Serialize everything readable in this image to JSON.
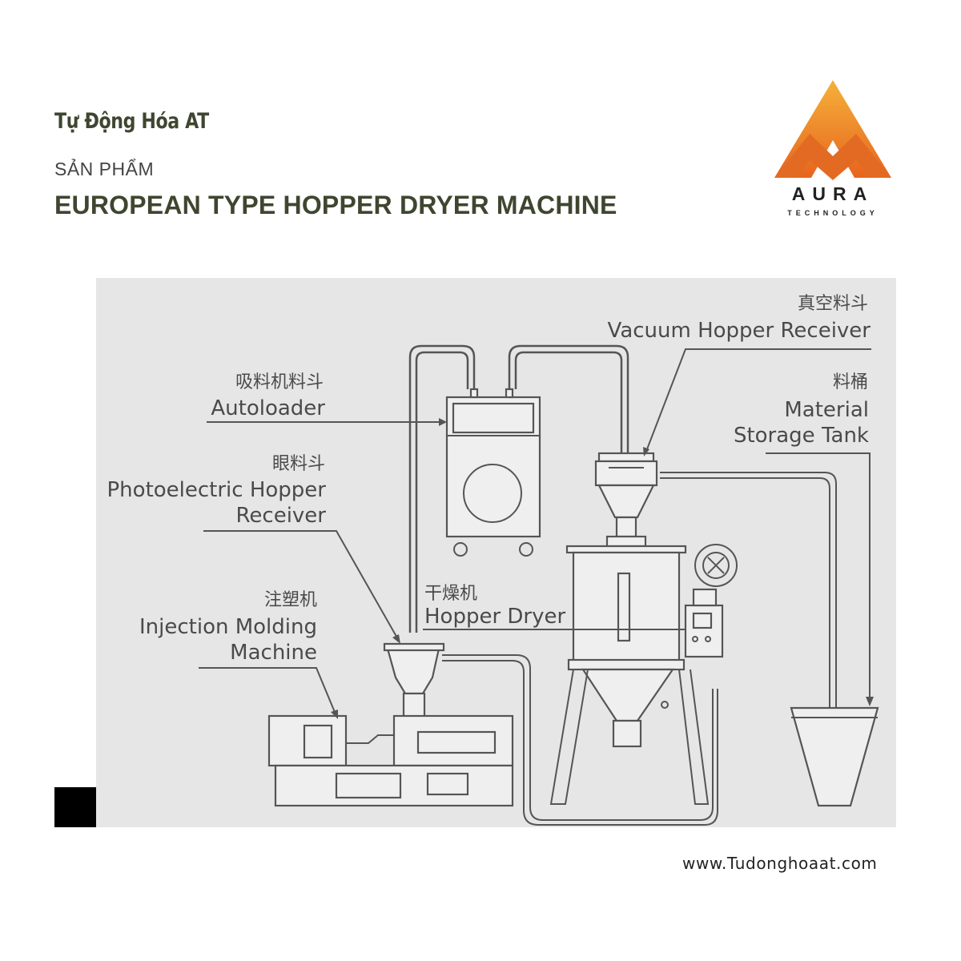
{
  "header": {
    "brand": "Tự Động Hóa AT",
    "section": "SẢN PHẨM",
    "title": "EUROPEAN TYPE HOPPER DRYER MACHINE"
  },
  "logo": {
    "name": "AURA",
    "tagline": "TECHNOLOGY",
    "colors": [
      "#f0a030",
      "#e8641e"
    ]
  },
  "diagram": {
    "labels": {
      "vacuum_receiver": {
        "cn": "真空料斗",
        "en": "Vacuum Hopper Receiver"
      },
      "storage_tank": {
        "cn": "料桶",
        "en1": "Material",
        "en2": "Storage Tank"
      },
      "autoloader": {
        "cn": "吸料机料斗",
        "en": "Autoloader"
      },
      "photo_receiver": {
        "cn": "眼料斗",
        "en1": "Photoelectric Hopper",
        "en2": "Receiver"
      },
      "injection": {
        "cn": "注塑机",
        "en1": "Injection Molding",
        "en2": "Machine"
      },
      "dryer": {
        "cn": "干燥机",
        "en": "Hopper Dryer"
      }
    }
  },
  "footer": {
    "website": "www.Tudonghoaat.com"
  }
}
